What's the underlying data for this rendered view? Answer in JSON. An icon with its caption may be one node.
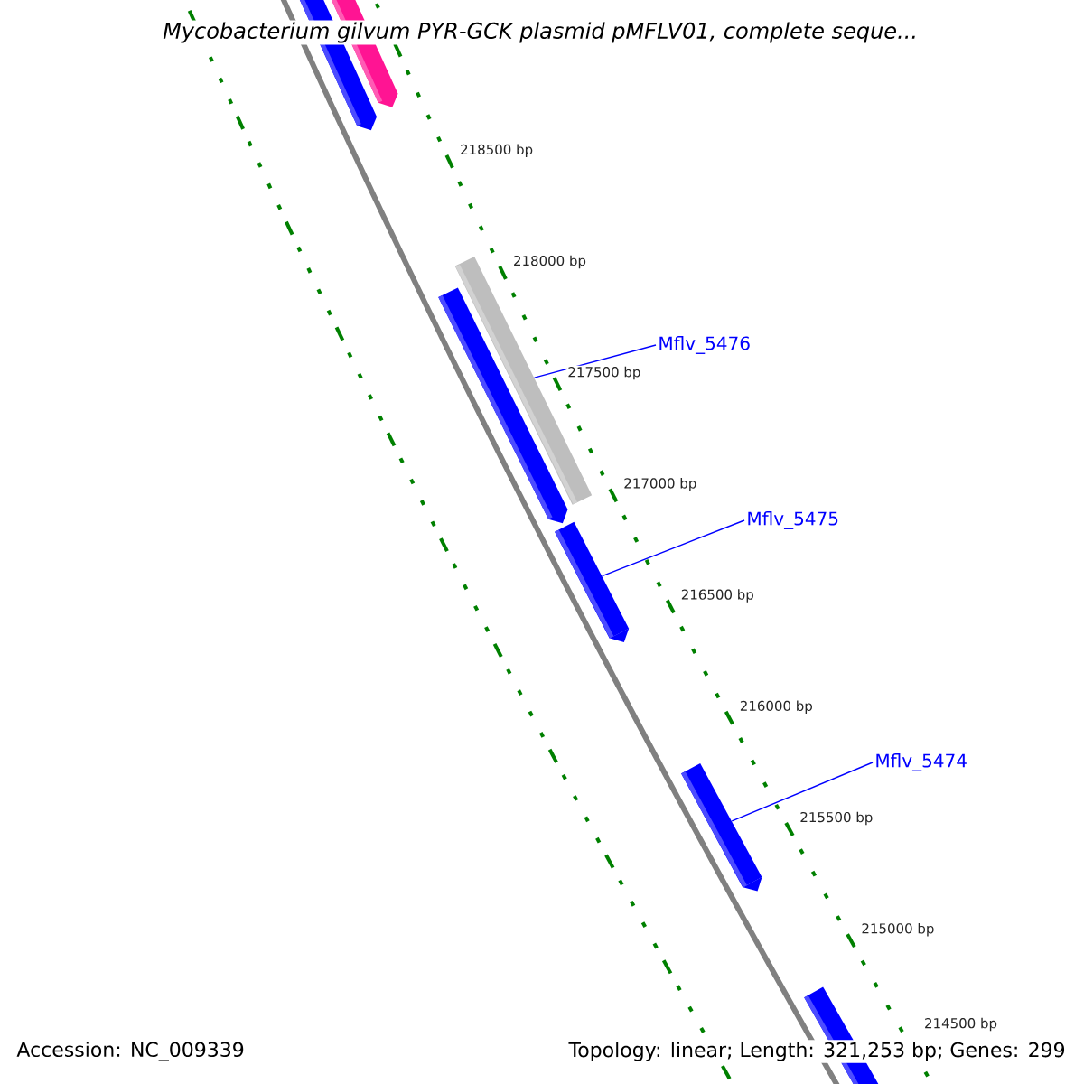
{
  "diagram": {
    "title": "Mycobacterium gilvum PYR-GCK plasmid pMFLV01, complete seque...",
    "nodes": [
      {
        "text": [
          "Mflv_5476"
        ]
      },
      {
        "text": [],
        "shape": "bar"
      },
      {
        "text": [
          "Mflv_5475"
        ]
      },
      {
        "text": [],
        "shape": "bar"
      },
      {
        "text": [
          "Mflv_5474"
        ]
      },
      {
        "text": [],
        "shape": "bar"
      }
    ],
    "edges": [
      {
        "from": 0,
        "to": 1,
        "arrow": "none"
      },
      {
        "from": 2,
        "to": 3,
        "arrow": "none"
      },
      {
        "from": 4,
        "to": 5,
        "arrow": "none"
      }
    ],
    "labels": [
      "218500 bp",
      "218000 bp",
      "217500 bp",
      "217000 bp",
      "216500 bp",
      "216000 bp",
      "215500 bp",
      "215000 bp",
      "214500 bp",
      "Accession: NC_009339",
      "Topology: linear; Length: 321,253 bp; Genes: 299"
    ]
  }
}
